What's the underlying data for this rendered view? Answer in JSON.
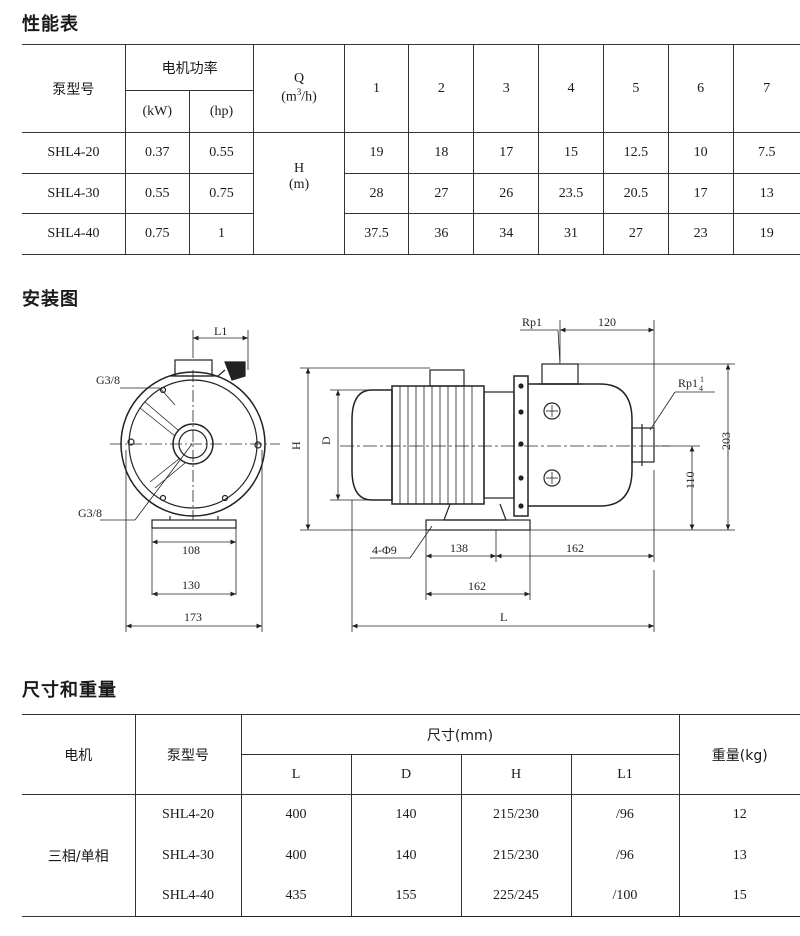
{
  "sections": {
    "performance": "性能表",
    "installation": "安装图",
    "dimensions": "尺寸和重量"
  },
  "performance_table": {
    "col_model": "泵型号",
    "col_power": "电机功率",
    "unit_kw": "(kW)",
    "unit_hp": "(hp)",
    "q_label": "Q",
    "q_unit_pre": "(m",
    "q_unit_sup": "3",
    "q_unit_post": "/h)",
    "h_label": "H",
    "h_unit": "(m)",
    "flows": [
      "1",
      "2",
      "3",
      "4",
      "5",
      "6",
      "7"
    ],
    "rows": [
      {
        "model": "SHL4-20",
        "kw": "0.37",
        "hp": "0.55",
        "heads": [
          "19",
          "18",
          "17",
          "15",
          "12.5",
          "10",
          "7.5"
        ]
      },
      {
        "model": "SHL4-30",
        "kw": "0.55",
        "hp": "0.75",
        "heads": [
          "28",
          "27",
          "26",
          "23.5",
          "20.5",
          "17",
          "13"
        ]
      },
      {
        "model": "SHL4-40",
        "kw": "0.75",
        "hp": "1",
        "heads": [
          "37.5",
          "36",
          "34",
          "31",
          "27",
          "23",
          "19"
        ]
      }
    ]
  },
  "drawing": {
    "L1": "L1",
    "G38_top": "G3/8",
    "G38_bottom": "G3/8",
    "d108": "108",
    "d130": "130",
    "d173": "173",
    "H": "H",
    "D": "D",
    "rp1": "Rp1",
    "d120": "120",
    "rp14_pre": "Rp1",
    "rp14_num": "1",
    "rp14_den": "4",
    "d203": "203",
    "d110": "110",
    "holes": "4-Φ9",
    "d138": "138",
    "d162a": "162",
    "d162b": "162",
    "L": "L"
  },
  "dimensions_table": {
    "col_motor": "电机",
    "col_model": "泵型号",
    "col_size": "尺寸(mm)",
    "col_weight": "重量(kg)",
    "sub": [
      "L",
      "D",
      "H",
      "L1"
    ],
    "motor_type": "三相/单相",
    "rows": [
      {
        "model": "SHL4-20",
        "L": "400",
        "D": "140",
        "H": "215/230",
        "L1": "/96",
        "weight": "12"
      },
      {
        "model": "SHL4-30",
        "L": "400",
        "D": "140",
        "H": "215/230",
        "L1": "/96",
        "weight": "13"
      },
      {
        "model": "SHL4-40",
        "L": "435",
        "D": "155",
        "H": "225/245",
        "L1": "/100",
        "weight": "15"
      }
    ]
  }
}
